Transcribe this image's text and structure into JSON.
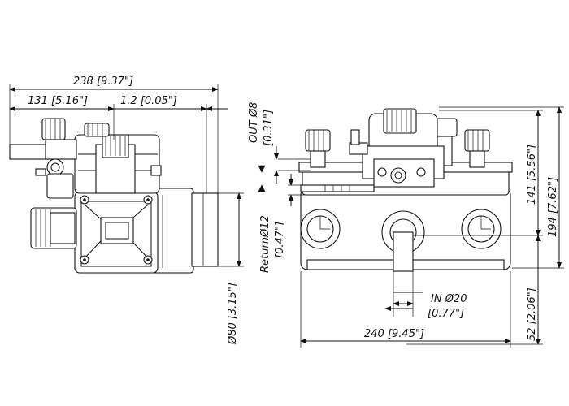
{
  "dimensions": {
    "overall_length": "238 [9.37\"]",
    "front_length": "131 [5.16\"]",
    "offset": "1.2 [0.05\"]",
    "out_diameter": "OUT Ø8",
    "out_inch": "[0.31\"]",
    "return_diameter": "ReturnØ12",
    "return_inch": "[0.47\"]",
    "outlet_diameter": "Ø80 [3.15\"]",
    "height_141": "141 [5.56\"]",
    "height_194": "194 [7.62\"]",
    "inlet_diameter": "IN Ø20",
    "inlet_inch": "[0.77\"]",
    "width": "240 [9.45\"]",
    "base_height": "52 [2.06\"]"
  }
}
